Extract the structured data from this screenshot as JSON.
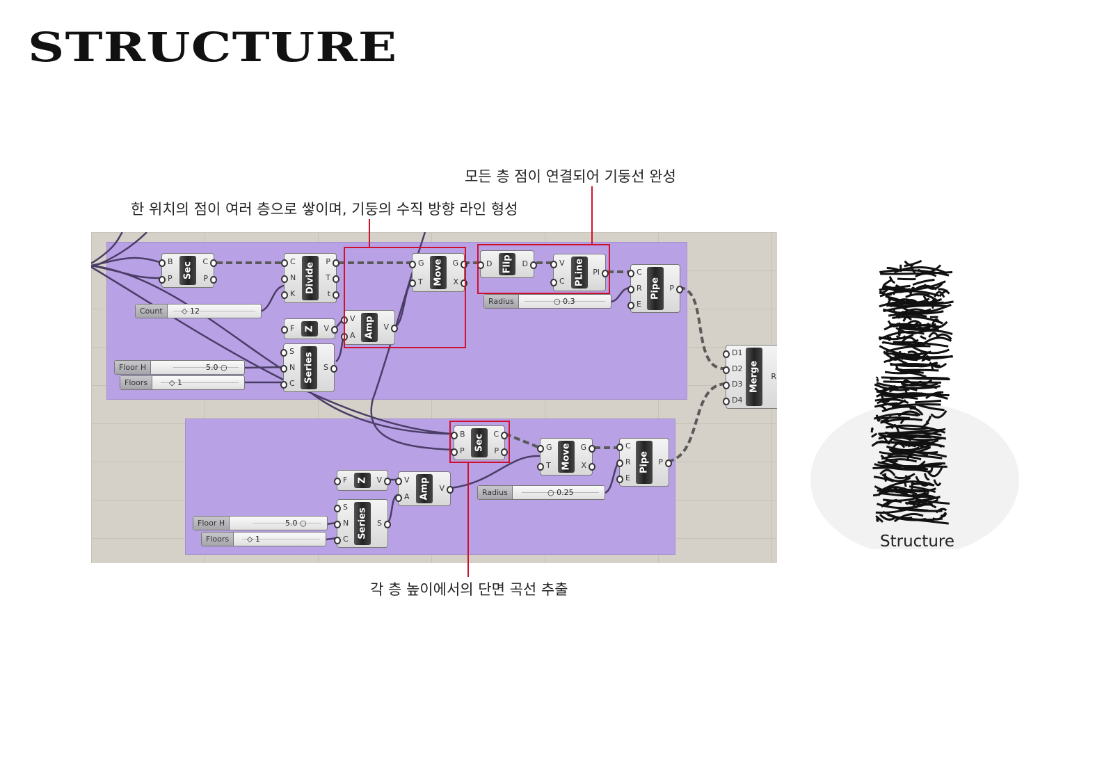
{
  "title": "STRUCTURE",
  "annotations": {
    "top_right": "모든 층 점이 연결되어 기둥선 완성",
    "top_left": "한 위치의 점이 여러 층으로 쌓이며, 기둥의 수직 방향 라인 형성",
    "bottom": "각 층 높이에서의 단면 곡선 추출"
  },
  "components": [
    {
      "name": "Sec",
      "in": [
        "B",
        "P"
      ],
      "out": [
        "C",
        "P"
      ]
    },
    {
      "name": "Divide",
      "in": [
        "C",
        "N",
        "K"
      ],
      "out": [
        "P",
        "T",
        "t"
      ]
    },
    {
      "name": "Move",
      "in": [
        "G",
        "T"
      ],
      "out": [
        "G",
        "X"
      ]
    },
    {
      "name": "Amp",
      "in": [
        "V",
        "A"
      ],
      "out": [
        "V"
      ]
    },
    {
      "name": "Z",
      "in": [
        "F"
      ],
      "out": [
        "V"
      ]
    },
    {
      "name": "Series",
      "in": [
        "S",
        "N",
        "C"
      ],
      "out": [
        "S"
      ]
    },
    {
      "name": "Flip",
      "in": [
        "D"
      ],
      "out": [
        "D"
      ]
    },
    {
      "name": "PLine",
      "in": [
        "V",
        "C"
      ],
      "out": [
        "Pl"
      ]
    },
    {
      "name": "Pipe",
      "in": [
        "C",
        "R",
        "E"
      ],
      "out": [
        "P"
      ]
    },
    {
      "name": "Merge",
      "in": [
        "D1",
        "D2",
        "D3",
        "D4"
      ],
      "out": [
        "R"
      ]
    },
    {
      "name": "Sec",
      "in": [
        "B",
        "P"
      ],
      "out": [
        "C",
        "P"
      ]
    },
    {
      "name": "Move",
      "in": [
        "G",
        "T"
      ],
      "out": [
        "G",
        "X"
      ]
    },
    {
      "name": "Pipe",
      "in": [
        "C",
        "R",
        "E"
      ],
      "out": [
        "P"
      ]
    },
    {
      "name": "Z",
      "in": [
        "F"
      ],
      "out": [
        "V"
      ]
    },
    {
      "name": "Amp",
      "in": [
        "V",
        "A"
      ],
      "out": [
        "V"
      ]
    },
    {
      "name": "Series",
      "in": [
        "S",
        "N",
        "C"
      ],
      "out": [
        "S"
      ]
    }
  ],
  "sliders": [
    {
      "label": "Count",
      "value": "◇ 12"
    },
    {
      "label": "Floor H",
      "value": "5.0 ○"
    },
    {
      "label": "Floors",
      "value": "◇ 1"
    },
    {
      "label": "Radius",
      "value": "○ 0.3"
    },
    {
      "label": "Radius",
      "value": "○ 0.25"
    },
    {
      "label": "Floor H",
      "value": "5.0 ○"
    },
    {
      "label": "Floors",
      "value": "◇ 1"
    }
  ],
  "render": {
    "caption": "Structure"
  }
}
